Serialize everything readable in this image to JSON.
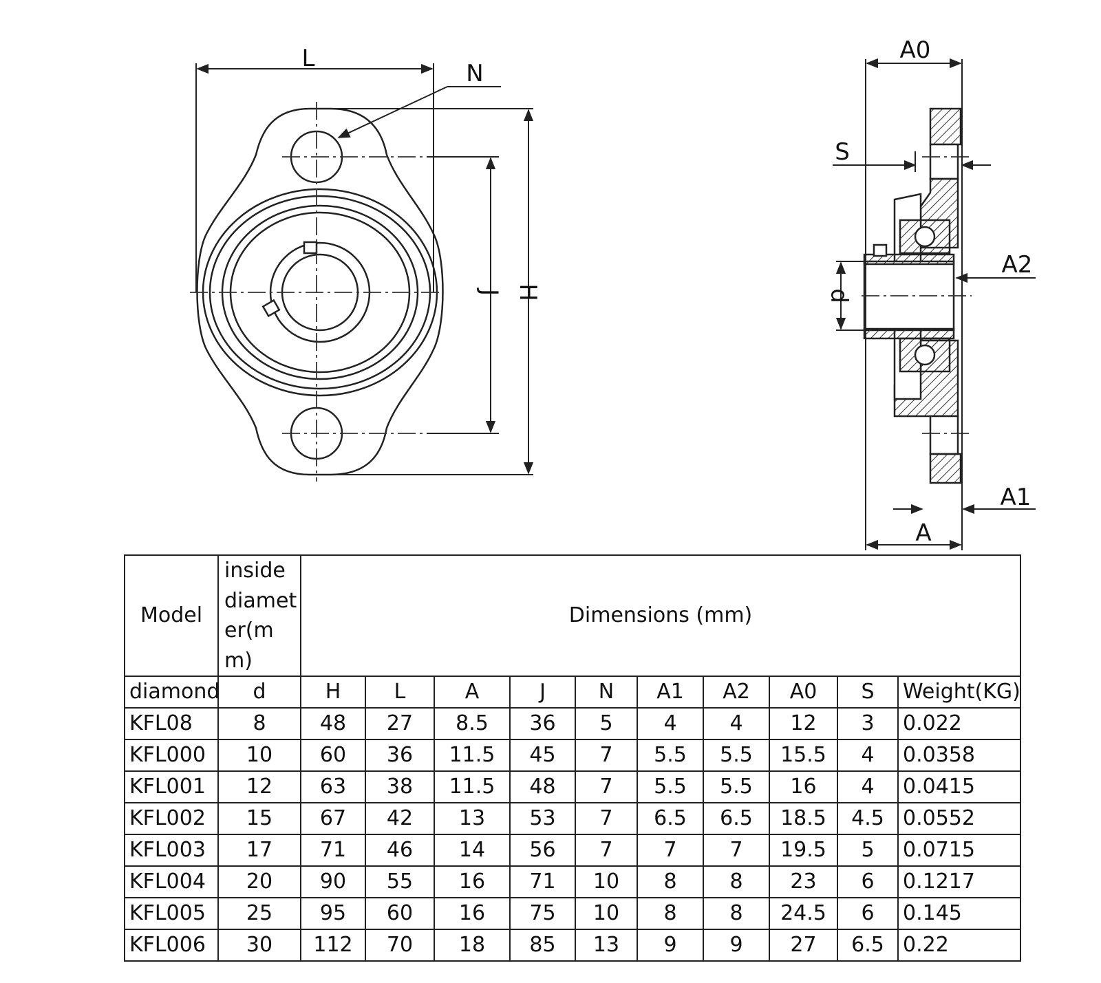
{
  "drawing": {
    "front_labels": {
      "L": "L",
      "N": "N",
      "J": "J",
      "H": "H"
    },
    "side_labels": {
      "A0": "A0",
      "S": "S",
      "A2": "A2",
      "d": "d",
      "A1": "A1",
      "A": "A"
    },
    "line_color": "#222222"
  },
  "table": {
    "header": {
      "model": "Model",
      "inside_diameter": "inside diamet er(mm)",
      "dimensions": "Dimensions (mm)"
    },
    "subheader": [
      "diamond",
      "d",
      "H",
      "L",
      "A",
      "J",
      "N",
      "A1",
      "A2",
      "A0",
      "S",
      "Weight(KG)"
    ],
    "rows": [
      [
        "KFL08",
        "8",
        "48",
        "27",
        "8.5",
        "36",
        "5",
        "4",
        "4",
        "12",
        "3",
        "0.022"
      ],
      [
        "KFL000",
        "10",
        "60",
        "36",
        "11.5",
        "45",
        "7",
        "5.5",
        "5.5",
        "15.5",
        "4",
        "0.0358"
      ],
      [
        "KFL001",
        "12",
        "63",
        "38",
        "11.5",
        "48",
        "7",
        "5.5",
        "5.5",
        "16",
        "4",
        "0.0415"
      ],
      [
        "KFL002",
        "15",
        "67",
        "42",
        "13",
        "53",
        "7",
        "6.5",
        "6.5",
        "18.5",
        "4.5",
        "0.0552"
      ],
      [
        "KFL003",
        "17",
        "71",
        "46",
        "14",
        "56",
        "7",
        "7",
        "7",
        "19.5",
        "5",
        "0.0715"
      ],
      [
        "KFL004",
        "20",
        "90",
        "55",
        "16",
        "71",
        "10",
        "8",
        "8",
        "23",
        "6",
        "0.1217"
      ],
      [
        "KFL005",
        "25",
        "95",
        "60",
        "16",
        "75",
        "10",
        "8",
        "8",
        "24.5",
        "6",
        "0.145"
      ],
      [
        "KFL006",
        "30",
        "112",
        "70",
        "18",
        "85",
        "13",
        "9",
        "9",
        "27",
        "6.5",
        "0.22"
      ]
    ]
  }
}
